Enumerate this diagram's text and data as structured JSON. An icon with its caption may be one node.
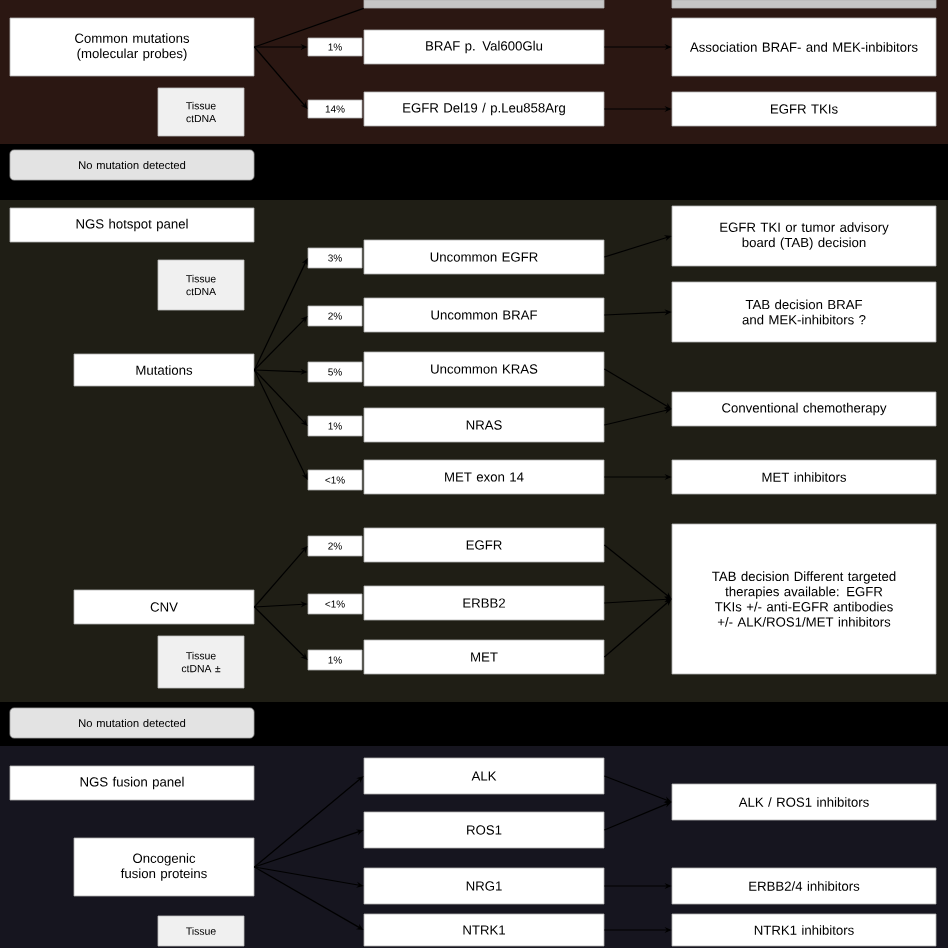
{
  "diagram": {
    "nodes": [
      {
        "text": [],
        "shape": "box"
      },
      {
        "text": [],
        "shape": "box"
      },
      {
        "text": [
          "Common mutations (molecular probes)"
        ]
      },
      {
        "text": [
          "Tissue ctDNA"
        ]
      },
      {
        "text": [
          "1%"
        ]
      },
      {
        "text": [
          "BRAF p. Val600Glu"
        ]
      },
      {
        "text": [
          "Association BRAF- and MEK-inbibitors"
        ]
      },
      {
        "text": [
          "14%"
        ]
      },
      {
        "text": [
          "EGFR Del19 / p.Leu858Arg"
        ]
      },
      {
        "text": [
          "EGFR TKIs"
        ]
      },
      {
        "text": [
          "No mutation detected"
        ]
      },
      {
        "text": [
          "NGS hotspot panel"
        ]
      },
      {
        "text": [
          "Tissue ctDNA"
        ]
      },
      {
        "text": [
          "3%"
        ]
      },
      {
        "text": [
          "Uncommon EGFR"
        ]
      },
      {
        "text": [
          "EGFR TKI or tumor advisory board (TAB) decision"
        ]
      },
      {
        "text": [
          "Mutations"
        ]
      },
      {
        "text": [
          "2%"
        ]
      },
      {
        "text": [
          "Uncommon BRAF"
        ]
      },
      {
        "text": [
          "TAB decision BRAF and MEK-inhibitors ?"
        ]
      },
      {
        "text": [
          "5%"
        ]
      },
      {
        "text": [
          "Uncommon KRAS"
        ]
      },
      {
        "text": [
          "Conventional chemotherapy"
        ]
      },
      {
        "text": [
          "1%"
        ]
      },
      {
        "text": [
          "NRAS"
        ]
      },
      {
        "text": [
          "<1%"
        ]
      },
      {
        "text": [
          "MET exon 14"
        ]
      },
      {
        "text": [
          "MET inhibitors"
        ]
      },
      {
        "text": [
          "CNV"
        ]
      },
      {
        "text": [
          "2%"
        ]
      },
      {
        "text": [
          "EGFR"
        ]
      },
      {
        "text": [
          "TAB decision Different targeted therapies available: EGFR TKIs +/- anti-EGFR antibodies +/- ALK/ROS1/MET inhibitors"
        ]
      },
      {
        "text": [
          "<1%"
        ]
      },
      {
        "text": [
          "ERBB2"
        ]
      },
      {
        "text": [
          "Tissue ctDNA ±"
        ]
      },
      {
        "text": [
          "1%"
        ]
      },
      {
        "text": [
          "MET"
        ]
      },
      {
        "text": [
          "No mutation detected"
        ]
      },
      {
        "text": [
          "NGS fusion panel"
        ]
      },
      {
        "text": [
          "ALK"
        ]
      },
      {
        "text": [
          "ROS1"
        ]
      },
      {
        "text": [
          "ALK / ROS1 inhibitors"
        ]
      },
      {
        "text": [
          "Oncogenic fusion proteins"
        ]
      },
      {
        "text": [
          "NRG1"
        ]
      },
      {
        "text": [
          "ERBB2/4 inhibitors"
        ]
      },
      {
        "text": [
          "Tissue"
        ]
      },
      {
        "text": [
          "NTRK1"
        ]
      },
      {
        "text": [
          "NTRK1 inhibitors"
        ]
      }
    ],
    "edges": [
      {
        "from": 2,
        "to": 0,
        "arrow": "none"
      },
      {
        "from": 2,
        "to": 4,
        "arrow": "to"
      },
      {
        "from": 2,
        "to": 7,
        "arrow": "to"
      },
      {
        "from": 5,
        "to": 6,
        "arrow": "to"
      },
      {
        "from": 8,
        "to": 9,
        "arrow": "to"
      },
      {
        "from": 16,
        "to": 13,
        "arrow": "to"
      },
      {
        "from": 16,
        "to": 17,
        "arrow": "to"
      },
      {
        "from": 16,
        "to": 20,
        "arrow": "to"
      },
      {
        "from": 16,
        "to": 23,
        "arrow": "to"
      },
      {
        "from": 16,
        "to": 25,
        "arrow": "to"
      },
      {
        "from": 14,
        "to": 15,
        "arrow": "to"
      },
      {
        "from": 18,
        "to": 19,
        "arrow": "to"
      },
      {
        "from": 21,
        "to": 22,
        "arrow": "to"
      },
      {
        "from": 24,
        "to": 22,
        "arrow": "to"
      },
      {
        "from": 26,
        "to": 27,
        "arrow": "to"
      },
      {
        "from": 28,
        "to": 29,
        "arrow": "to"
      },
      {
        "from": 28,
        "to": 32,
        "arrow": "to"
      },
      {
        "from": 28,
        "to": 35,
        "arrow": "to"
      },
      {
        "from": 30,
        "to": 31,
        "arrow": "to"
      },
      {
        "from": 33,
        "to": 31,
        "arrow": "to"
      },
      {
        "from": 36,
        "to": 31,
        "arrow": "to"
      },
      {
        "from": 42,
        "to": 39,
        "arrow": "to"
      },
      {
        "from": 42,
        "to": 40,
        "arrow": "to"
      },
      {
        "from": 42,
        "to": 43,
        "arrow": "to"
      },
      {
        "from": 42,
        "to": 46,
        "arrow": "to"
      },
      {
        "from": 39,
        "to": 41,
        "arrow": "to"
      },
      {
        "from": 40,
        "to": 41,
        "arrow": "to"
      },
      {
        "from": 43,
        "to": 44,
        "arrow": "to"
      },
      {
        "from": 46,
        "to": 47,
        "arrow": "to"
      }
    ]
  }
}
